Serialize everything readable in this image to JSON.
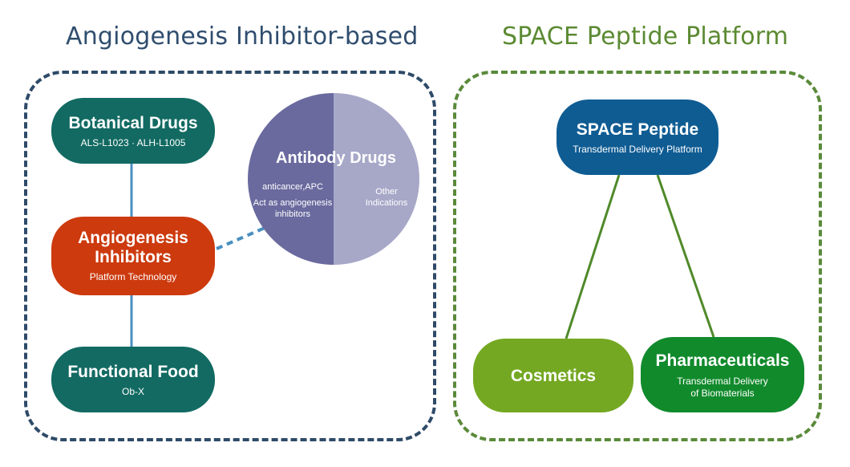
{
  "left_group": {
    "title": "Angiogenesis Inhibitor-based",
    "color": "#2e4a68"
  },
  "right_group": {
    "title": "SPACE Peptide Platform",
    "color": "#5a8a3a"
  },
  "nodes": {
    "botanical": {
      "title": "Botanical Drugs",
      "subtitle": "ALS-L1023 · ALH-L1005",
      "color": "#126a62"
    },
    "angiogenesis": {
      "title_line1": "Angiogenesis",
      "title_line2": "Inhibitors",
      "subtitle": "Platform Technology",
      "color": "#cc3a0e"
    },
    "functional": {
      "title": "Functional Food",
      "subtitle": "Ob-X",
      "color": "#126a62"
    },
    "antibody": {
      "title": "Antibody Drugs",
      "left_line1": "anticancer,APC",
      "left_line2": "Act as angiogenesis",
      "left_line3": "inhibitors",
      "right_line1": "Other",
      "right_line2": "Indications",
      "left_color": "#6a6a9f",
      "right_color": "#a7a7c8"
    },
    "space": {
      "title": "SPACE Peptide",
      "subtitle": "Transdermal Delivery Platform",
      "color": "#0f5c93"
    },
    "cosmetics": {
      "title": "Cosmetics",
      "color": "#74a822"
    },
    "pharma": {
      "title": "Pharmaceuticals",
      "subtitle_line1": "Transdermal Delivery",
      "subtitle_line2": "of Biomaterials",
      "color": "#118a2c"
    }
  },
  "connectors": [
    {
      "from": "botanical",
      "to": "angiogenesis",
      "style": "solid"
    },
    {
      "from": "angiogenesis",
      "to": "functional",
      "style": "solid"
    },
    {
      "from": "angiogenesis",
      "to": "antibody",
      "style": "dashed"
    },
    {
      "from": "space",
      "to": "cosmetics",
      "style": "solid"
    },
    {
      "from": "space",
      "to": "pharma",
      "style": "solid"
    }
  ]
}
